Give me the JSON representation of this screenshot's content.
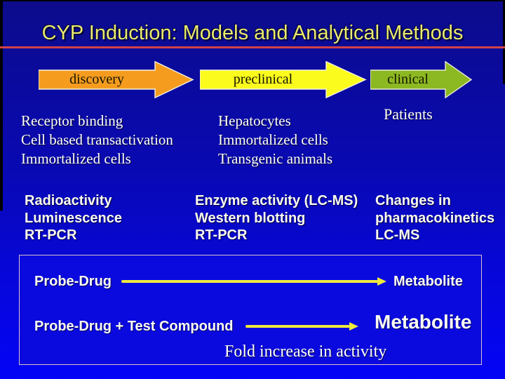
{
  "title": "CYP Induction: Models and Analytical Methods",
  "colors": {
    "background_top": "#0c0c8b",
    "background_bottom": "#0404f6",
    "title_yellow": "#ebeb6e",
    "divider_red": "#ce4348",
    "discovery_orange": "#f59c1f",
    "preclinical_yellow": "#fbfb1d",
    "clinical_green": "#8cb822",
    "box_fill": "#0a0adf",
    "box_border": "#d8c2c8",
    "reaction_arrow_yellow": "#efe93c",
    "body_text_white": "#ffffff"
  },
  "stages": {
    "discovery": {
      "label": "discovery",
      "color": "#f59c1f"
    },
    "preclinical": {
      "label": "preclinical",
      "color": "#fbfb1d"
    },
    "clinical": {
      "label": "clinical",
      "color": "#8cb822"
    }
  },
  "models": {
    "discovery": [
      "Receptor binding",
      "Cell based transactivation",
      "Immortalized cells"
    ],
    "preclinical": [
      "Hepatocytes",
      "Immortalized cells",
      "Transgenic animals"
    ],
    "clinical": [
      "Patients"
    ]
  },
  "methods": {
    "discovery": [
      "Radioactivity",
      "Luminescence",
      "RT-PCR"
    ],
    "preclinical": [
      "Enzyme activity (LC-MS)",
      "Western blotting",
      "RT-PCR"
    ],
    "clinical": [
      "Changes in",
      "pharmacokinetics",
      "LC-MS"
    ]
  },
  "assay_box": {
    "row1": {
      "substrate": "Probe-Drug",
      "product": "Metabolite"
    },
    "row2": {
      "substrate": "Probe-Drug + Test Compound",
      "product": "Metabolite"
    },
    "caption": "Fold increase in activity"
  }
}
